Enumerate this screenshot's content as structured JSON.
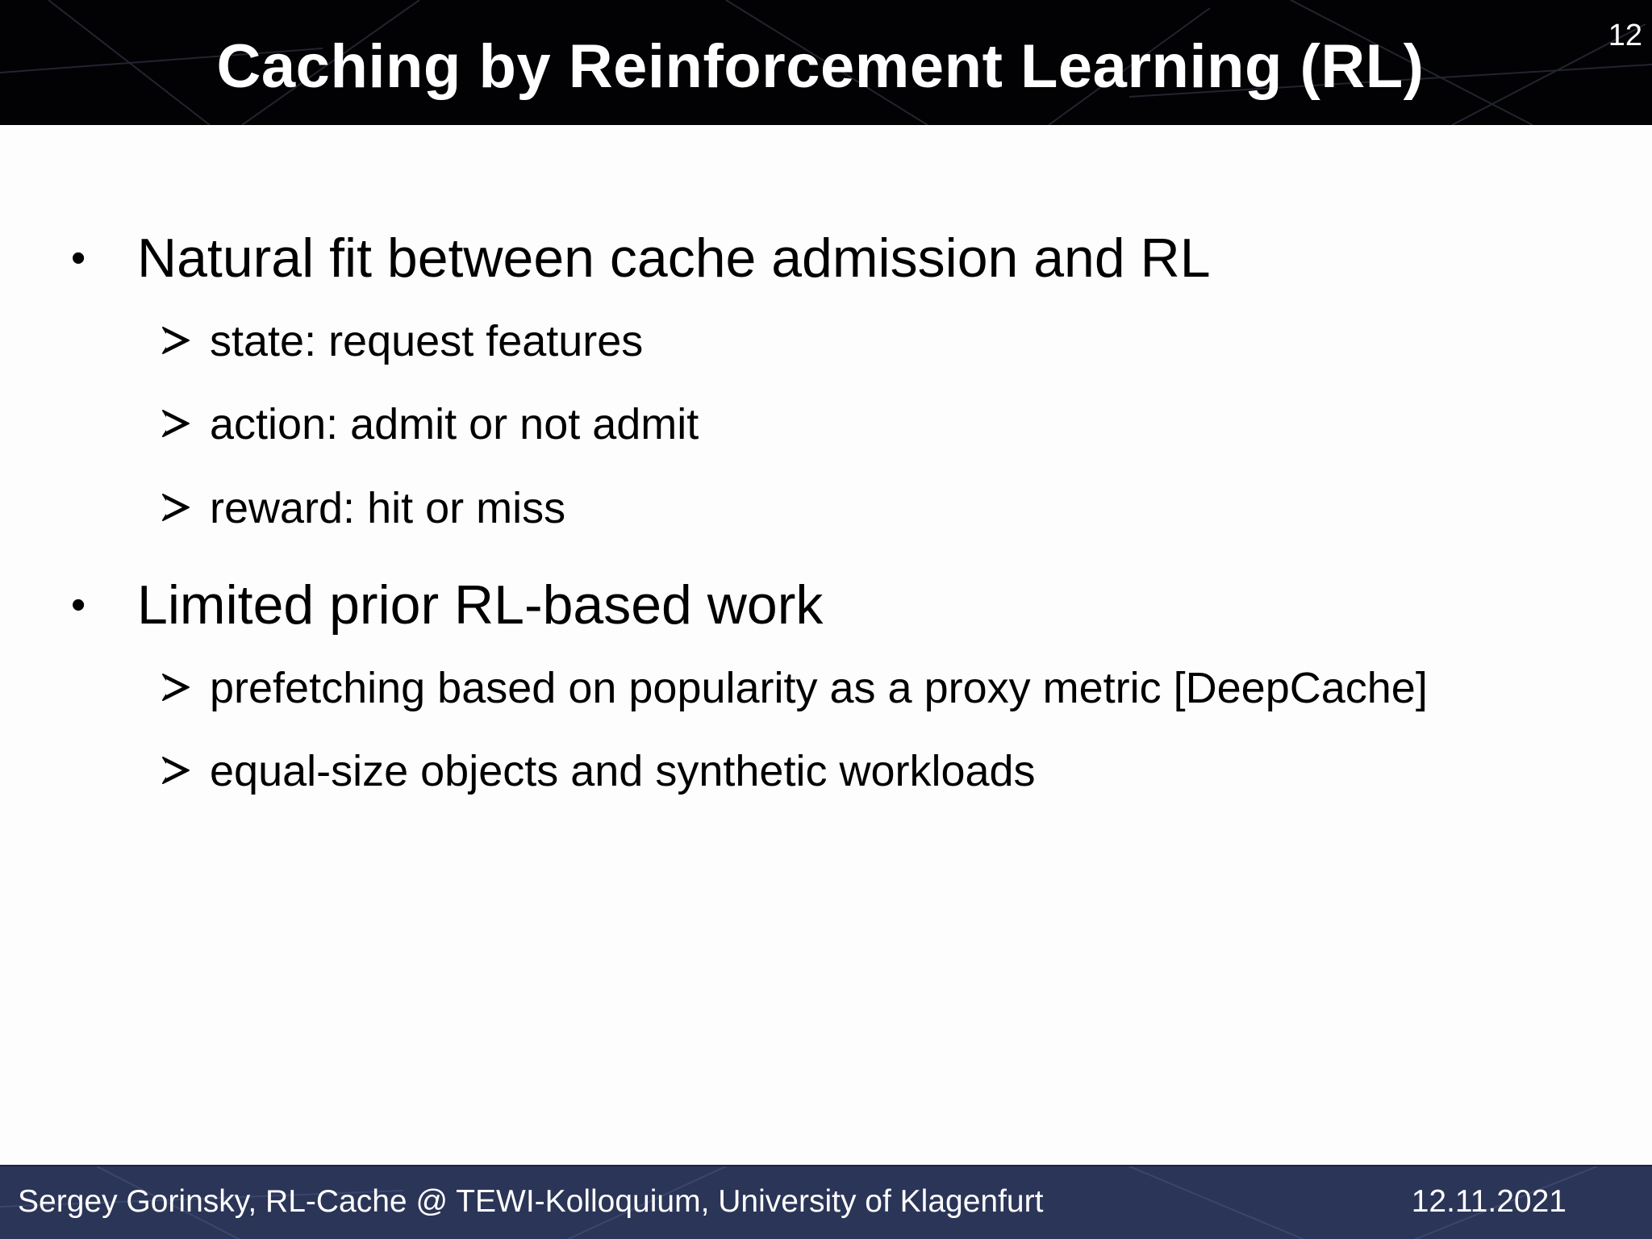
{
  "slide": {
    "title": "Caching by Reinforcement Learning (RL)",
    "number": "12"
  },
  "body": {
    "bullets": [
      {
        "text": "Natural fit between cache admission and RL",
        "subitems": [
          "state: request features",
          "action: admit or not admit",
          "reward: hit or miss"
        ]
      },
      {
        "text": "Limited prior RL-based work",
        "subitems": [
          "prefetching based on popularity as a proxy metric [DeepCache]",
          "equal-size objects and synthetic workloads"
        ]
      }
    ],
    "bullet_glyph": "•"
  },
  "footer": {
    "left": "Sergey Gorinsky, RL-Cache @ TEWI-Kolloquium, University of Klagenfurt",
    "right": "12.11.2021"
  },
  "colors": {
    "header_bg": "#020204",
    "footer_bg": "#2b3557",
    "text": "#000000",
    "header_text": "#ffffff"
  },
  "icons": {
    "bullet": "bullet-dot",
    "subitem": "arrowhead-icon"
  }
}
